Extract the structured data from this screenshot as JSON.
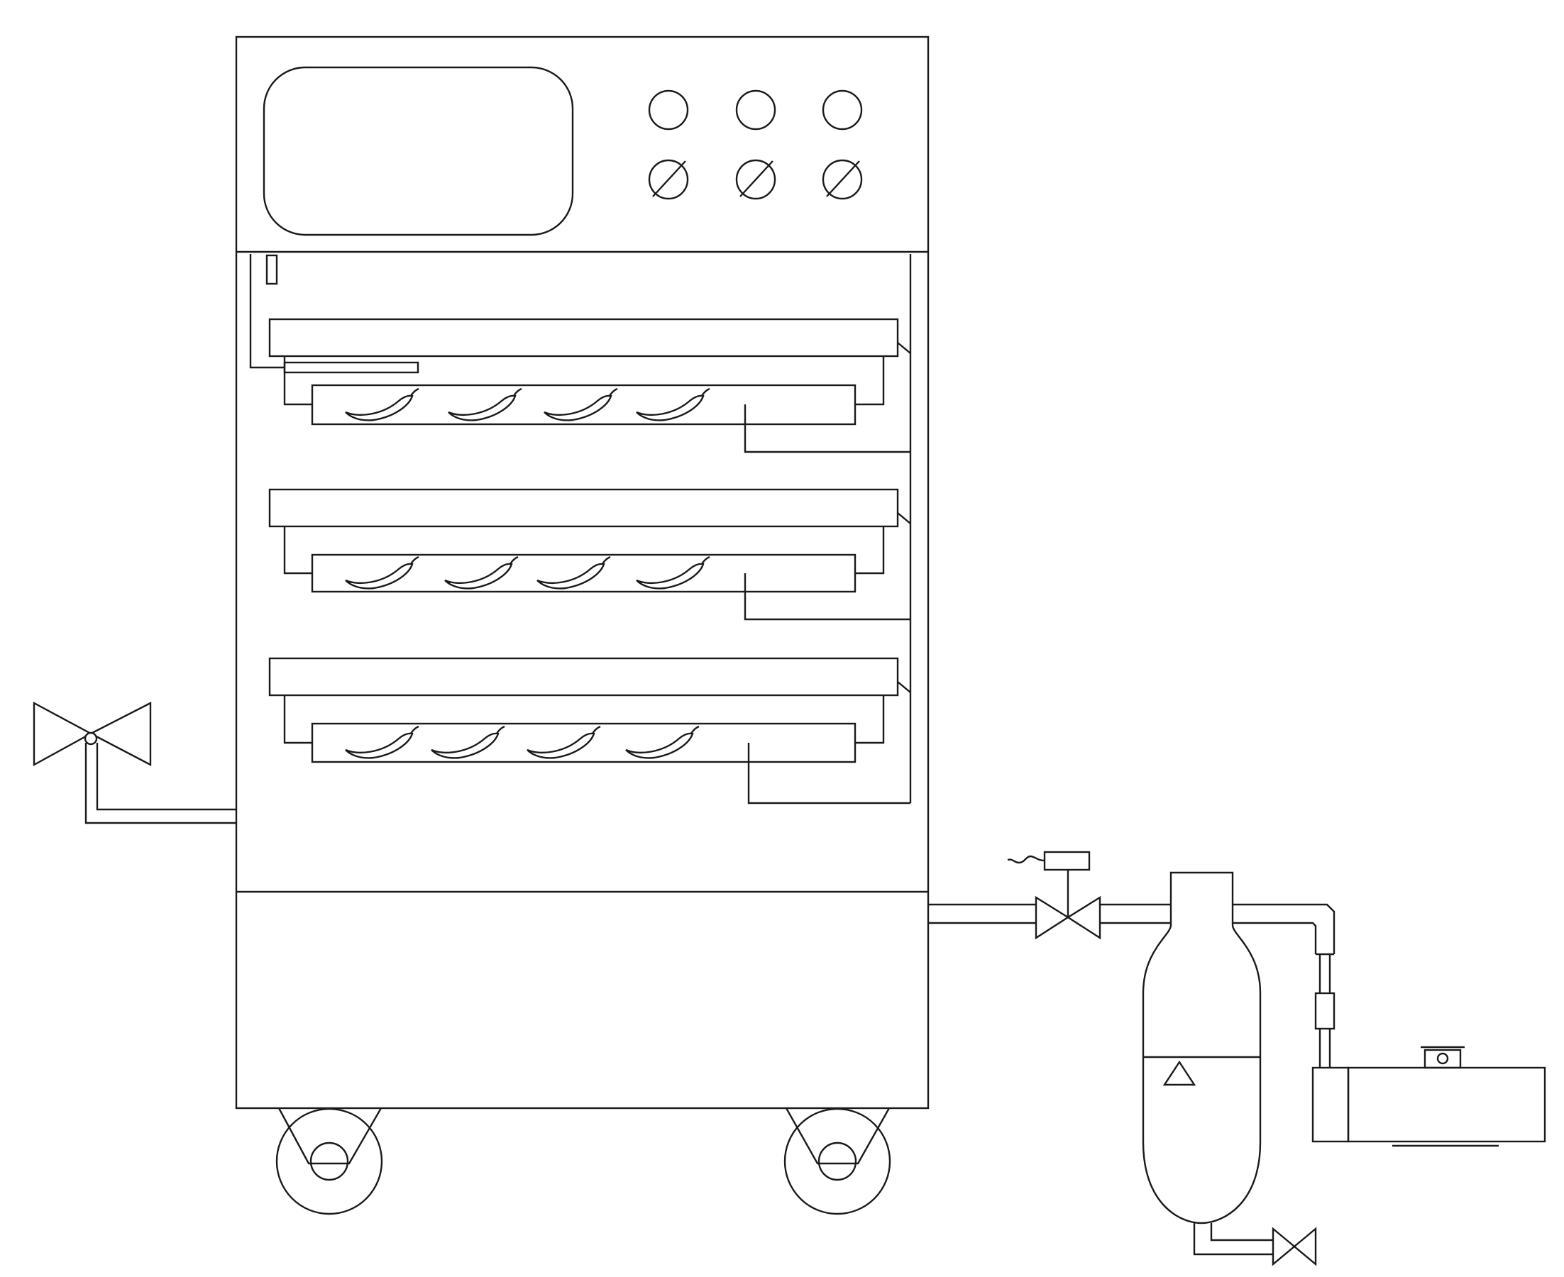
{
  "diagram": {
    "title": "",
    "labels": []
  },
  "style": {
    "stroke": "#1a1a1a",
    "background": "#ffffff"
  },
  "components": {
    "cabinet": {
      "name": "drying-cabinet"
    },
    "display": {
      "name": "display-screen"
    },
    "indicator_lamps": {
      "count": 3
    },
    "control_knobs": {
      "count": 3
    },
    "trays": {
      "count": 3,
      "chili_peppers_per_tray": 4
    },
    "wheels": {
      "count": 2
    },
    "inlet_valve": {
      "name": "air-inlet-butterfly-valve"
    },
    "solenoid_valve": {
      "name": "solenoid-valve"
    },
    "separator_tank": {
      "name": "gas-liquid-separator"
    },
    "drain_valve": {
      "name": "drain-valve"
    },
    "vacuum_pump": {
      "name": "vacuum-pump"
    }
  }
}
